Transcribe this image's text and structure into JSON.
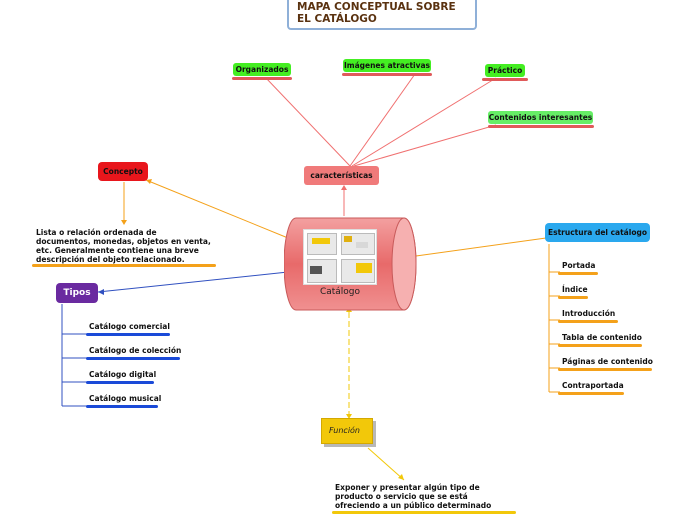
{
  "title": "MAPA CONCEPTUAL SOBRE EL CATÁLOGO",
  "center": {
    "label": "Catálogo"
  },
  "caracteristicas": {
    "label": "características",
    "items": [
      "Organizados",
      "Imágenes atractivas",
      "Práctico",
      "Contenidos interesantes"
    ]
  },
  "concepto": {
    "label": "Concepto",
    "text": "Lista o relación ordenada de documentos, monedas, objetos en venta, etc. Generalmente contiene una breve descripción del objeto relacionado."
  },
  "tipos": {
    "label": "Tipos",
    "items": [
      "Catálogo comercial",
      "Catálogo de colección",
      "Catálogo digital",
      "Catálogo musical"
    ]
  },
  "estructura": {
    "label": "Estructura del catálogo",
    "items": [
      "Portada",
      "Índice",
      "Introducción",
      "Tabla de contenido",
      "Páginas de contenido",
      "Contraportada"
    ]
  },
  "funcion": {
    "label": "Función",
    "text": "Exponer y presentar algún tipo de producto o servicio que se está ofreciendo a un público determinado"
  },
  "colors": {
    "green": "#44ee22",
    "red": "#e8161c",
    "purple": "#6a2aa0",
    "blue": "#2aa8ee",
    "orange": "#f4a11a",
    "yellow": "#f2c80a",
    "center_red": "#e86a6a"
  }
}
